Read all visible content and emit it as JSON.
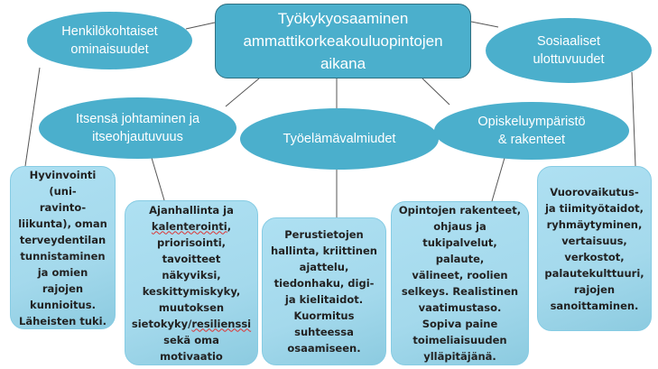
{
  "center": {
    "title": "Työkykyosaaminen ammattikorkeakouluopintojen aikana"
  },
  "categories": [
    {
      "label": "Henkilökohtaiset ominaisuudet"
    },
    {
      "label": "Sosiaaliset ulottuvuudet"
    },
    {
      "label": "Itsensä johtaminen ja itseohjautuvuus"
    },
    {
      "label": "Työelämävalmiudet"
    },
    {
      "label": "Opiskeluympäristö & rakenteet"
    }
  ],
  "details": [
    {
      "text": "Hyvinvointi (uni-\nravinto-\nliikunta), oman\nterveydentilan\ntunnistaminen\nja omien\nrajojen\nkunnioitus.\nLäheisten tuki."
    },
    {
      "part1": "Ajanhallinta ja\n",
      "part2": "kalenterointi",
      "part3": ",\npriorisointi,\ntavoitteet näkyviksi,\nkeskittymiskyky,\nmuutoksen\nsietokyky/",
      "part4": "resilienssi",
      "part5": "\nsekä oma\nmotivaatio"
    },
    {
      "text": "Perustietojen\nhallinta, kriittinen\najattelu,\ntiedonhaku, digi-\nja kielitaidot.\nKuormitus\nsuhteessa\nosaamiseen."
    },
    {
      "text": "Opintojen rakenteet,\nohjaus ja\ntukipalvelut, palaute,\nvälineet, roolien\nselkeys. Realistinen\nvaatimustaso.\nSopiva paine\ntoimeliaisuuden\nylläpitäjänä."
    },
    {
      "text": "Vuorovaikutus-\nja tiimityötaidot,\nryhmäytyminen,\nvertaisuus,\nverkostot,\npalautekulttuuri,\nrajojen\nsanoittaminen."
    }
  ],
  "colors": {
    "node": "#4bafcc",
    "detail": "#a9dcee",
    "line": "#555555"
  }
}
